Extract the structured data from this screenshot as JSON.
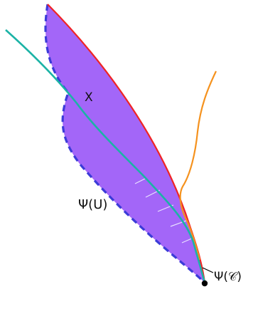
{
  "figure": {
    "labels": {
      "region": "X",
      "image_set": "Ψ(U)",
      "curve": "Ψ(𝒞)"
    },
    "colors": {
      "region_fill": "#9b59f7",
      "region_border_dashed": "#3b3bd8",
      "upper_curve": "#f02424",
      "teal_curve": "#1bb3a6",
      "orange_curve": "#f5921e",
      "hatching": "#e9e0ff",
      "endpoint": "#000000",
      "pointer": "#000000"
    }
  }
}
